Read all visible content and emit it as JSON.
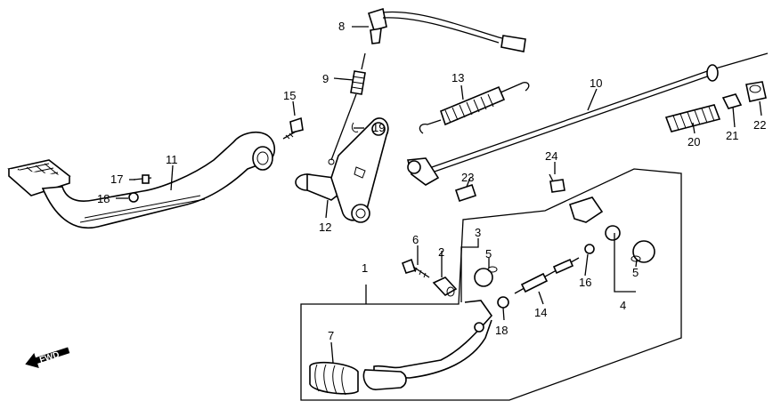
{
  "diagram": {
    "labels": {
      "p1": "1",
      "p2": "2",
      "p3": "3",
      "p4": "4",
      "p5a": "5",
      "p5b": "5",
      "p6": "6",
      "p7": "7",
      "p8": "8",
      "p9": "9",
      "p10": "10",
      "p11": "11",
      "p12": "12",
      "p13": "13",
      "p14": "14",
      "p15": "15",
      "p16": "16",
      "p17": "17",
      "p18a": "18",
      "p18b": "18",
      "p19": "19",
      "p20": "20",
      "p21": "21",
      "p22": "22",
      "p23": "23",
      "p24": "24"
    },
    "direction": "FWD"
  }
}
